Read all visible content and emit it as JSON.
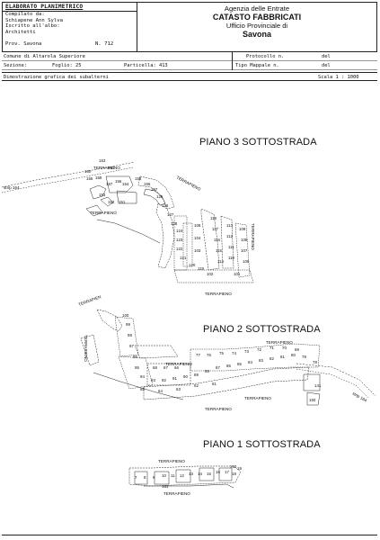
{
  "header": {
    "title": "ELABORATO PLANIMETRICO",
    "compilato_label": "Compilato da:",
    "compilato_name": "Schiapene Ann Sylva",
    "iscritto_label": "Iscritto all'albo:",
    "iscritto_value": "Architetti",
    "prov_label": "Prov. Savona",
    "prov_number": "N. 712",
    "agency": "Agenzia delle Entrate",
    "catasto": "CATASTO FABBRICATI",
    "ufficio": "Ufficio Provinciale di",
    "city": "Savona"
  },
  "info": {
    "comune": "Comune di Altarola Superiore",
    "sezione": "Sezione:",
    "foglio": "Foglio: 25",
    "particella": "Particella: 413",
    "protocollo": "Protocollo n.",
    "del1": "del",
    "tipo_mappale": "Tipo Mappale n.",
    "del2": "del",
    "rappresentazione": "Dimostrazione grafica dei subalterni",
    "scala": "Scala 1 : 1000"
  },
  "floors": [
    {
      "title": "PIANO 3 SOTTOSTRADA"
    },
    {
      "title": "PIANO 2 SOTTOSTRADA"
    },
    {
      "title": "PIANO 1 SOTTOSTRADA"
    }
  ],
  "labels": {
    "terrapieno": "TERRAPIENO",
    "terrapieno_short": "TERRAPIEN",
    "p3_numbers": [
      "163",
      "161",
      "160",
      "155",
      "159",
      "157",
      "156",
      "154",
      "153",
      "152",
      "151",
      "158",
      "166",
      "167",
      "125",
      "126",
      "127",
      "128",
      "124",
      "123",
      "122",
      "121",
      "120",
      "119",
      "118",
      "117",
      "116",
      "115",
      "114",
      "113",
      "112",
      "111",
      "110",
      "109",
      "108",
      "107",
      "106",
      "105",
      "104",
      "103",
      "102",
      "101"
    ],
    "p2_numbers": [
      "100",
      "99",
      "98",
      "97",
      "96",
      "95",
      "94",
      "93",
      "92",
      "91",
      "90",
      "89",
      "88",
      "87",
      "86",
      "85",
      "84",
      "83",
      "82",
      "81",
      "80",
      "79",
      "78",
      "77",
      "76",
      "75",
      "74",
      "73",
      "72",
      "71",
      "70",
      "69",
      "68",
      "67",
      "66",
      "65",
      "64",
      "63",
      "62",
      "61",
      "141",
      "150"
    ],
    "p1_numbers": [
      "7",
      "8",
      "9",
      "10",
      "11",
      "12",
      "13",
      "14",
      "15",
      "16",
      "17",
      "18",
      "19",
      "160",
      "161"
    ],
    "strip_left": "strip 164",
    "strip_right": "strip 164"
  }
}
